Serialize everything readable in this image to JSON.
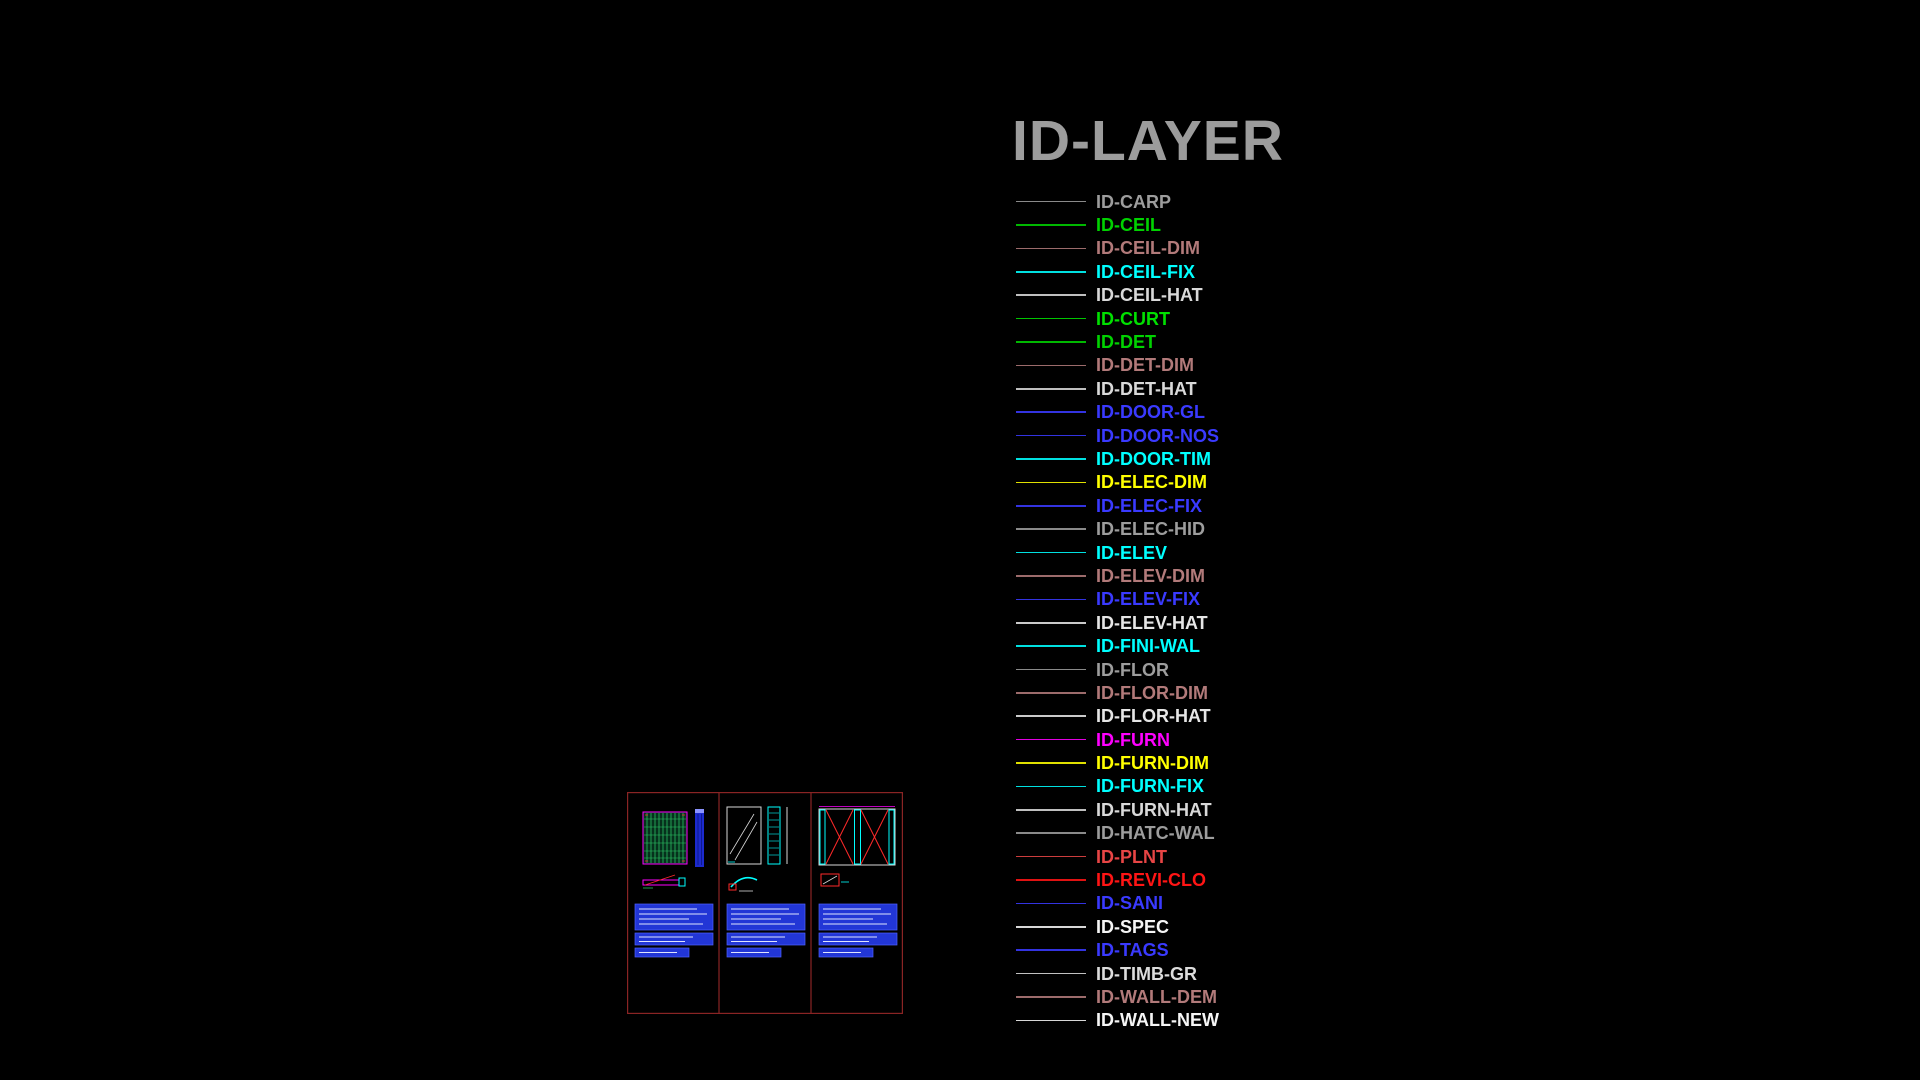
{
  "legend": {
    "title": "ID-LAYER",
    "layers": [
      {
        "name": "ID-CARP",
        "color": "#9d9d9d"
      },
      {
        "name": "ID-CEIL",
        "color": "#00d200"
      },
      {
        "name": "ID-CEIL-DIM",
        "color": "#b27a7a"
      },
      {
        "name": "ID-CEIL-FIX",
        "color": "#00ffff"
      },
      {
        "name": "ID-CEIL-HAT",
        "color": "#d9d9d9"
      },
      {
        "name": "ID-CURT",
        "color": "#00e000"
      },
      {
        "name": "ID-DET",
        "color": "#00d200"
      },
      {
        "name": "ID-DET-DIM",
        "color": "#b27a7a"
      },
      {
        "name": "ID-DET-HAT",
        "color": "#d9d9d9"
      },
      {
        "name": "ID-DOOR-GL",
        "color": "#3a3aff"
      },
      {
        "name": "ID-DOOR-NOS",
        "color": "#3a3aff"
      },
      {
        "name": "ID-DOOR-TIM",
        "color": "#00ffff"
      },
      {
        "name": "ID-ELEC-DIM",
        "color": "#ffff00"
      },
      {
        "name": "ID-ELEC-FIX",
        "color": "#3a3aff"
      },
      {
        "name": "ID-ELEC-HID",
        "color": "#9d9d9d"
      },
      {
        "name": "ID-ELEV",
        "color": "#00ffff"
      },
      {
        "name": "ID-ELEV-DIM",
        "color": "#b27a7a"
      },
      {
        "name": "ID-ELEV-FIX",
        "color": "#3a3aff"
      },
      {
        "name": "ID-ELEV-HAT",
        "color": "#e6e6e6"
      },
      {
        "name": "ID-FINI-WAL",
        "color": "#00ffff"
      },
      {
        "name": "ID-FLOR",
        "color": "#9d9d9d"
      },
      {
        "name": "ID-FLOR-DIM",
        "color": "#b27a7a"
      },
      {
        "name": "ID-FLOR-HAT",
        "color": "#e6e6e6"
      },
      {
        "name": "ID-FURN",
        "color": "#ff00ff"
      },
      {
        "name": "ID-FURN-DIM",
        "color": "#ffff00"
      },
      {
        "name": "ID-FURN-FIX",
        "color": "#00ffff"
      },
      {
        "name": "ID-FURN-HAT",
        "color": "#d9d9d9"
      },
      {
        "name": "ID-HATC-WAL",
        "color": "#9d9d9d"
      },
      {
        "name": "ID-PLNT",
        "color": "#e84545"
      },
      {
        "name": "ID-REVI-CLO",
        "color": "#ff1515"
      },
      {
        "name": "ID-SANI",
        "color": "#3a3aff"
      },
      {
        "name": "ID-SPEC",
        "color": "#f5f5f5"
      },
      {
        "name": "ID-TAGS",
        "color": "#3a3aff"
      },
      {
        "name": "ID-TIMB-GR",
        "color": "#dcdcdc"
      },
      {
        "name": "ID-WALL-DEM",
        "color": "#b27a7a"
      },
      {
        "name": "ID-WALL-NEW",
        "color": "#f5f5f5"
      }
    ]
  },
  "drawing": {
    "palette": {
      "title-gray": "#9c9c9c",
      "frame": "#8a2424",
      "magenta": "#ff00ff",
      "cyan": "#00ffff",
      "red": "#ff2a2a",
      "green-hatch": "#2bbf63",
      "hatch-fill": "#06301c",
      "blue-bar": "#1c2ace",
      "blue-bar-light": "#8a93ff",
      "blue-bar-dark": "#0b1680",
      "blue-block": "#2236d6",
      "blue-block-stroke": "#4e62ff",
      "white-line": "#d8d8d8",
      "text-hairline": "#dfe4ff"
    }
  }
}
